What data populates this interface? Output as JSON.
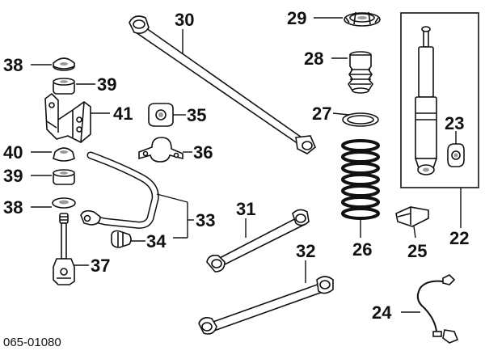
{
  "diagram_code": "065-01080",
  "callouts": {
    "c22": "22",
    "c23": "23",
    "c24": "24",
    "c25": "25",
    "c26": "26",
    "c27": "27",
    "c28": "28",
    "c29": "29",
    "c30": "30",
    "c31": "31",
    "c32": "32",
    "c33": "33",
    "c34": "34",
    "c35": "35",
    "c36": "36",
    "c37": "37",
    "c38a": "38",
    "c38b": "38",
    "c39a": "39",
    "c39b": "39",
    "c40": "40",
    "c41": "41"
  }
}
